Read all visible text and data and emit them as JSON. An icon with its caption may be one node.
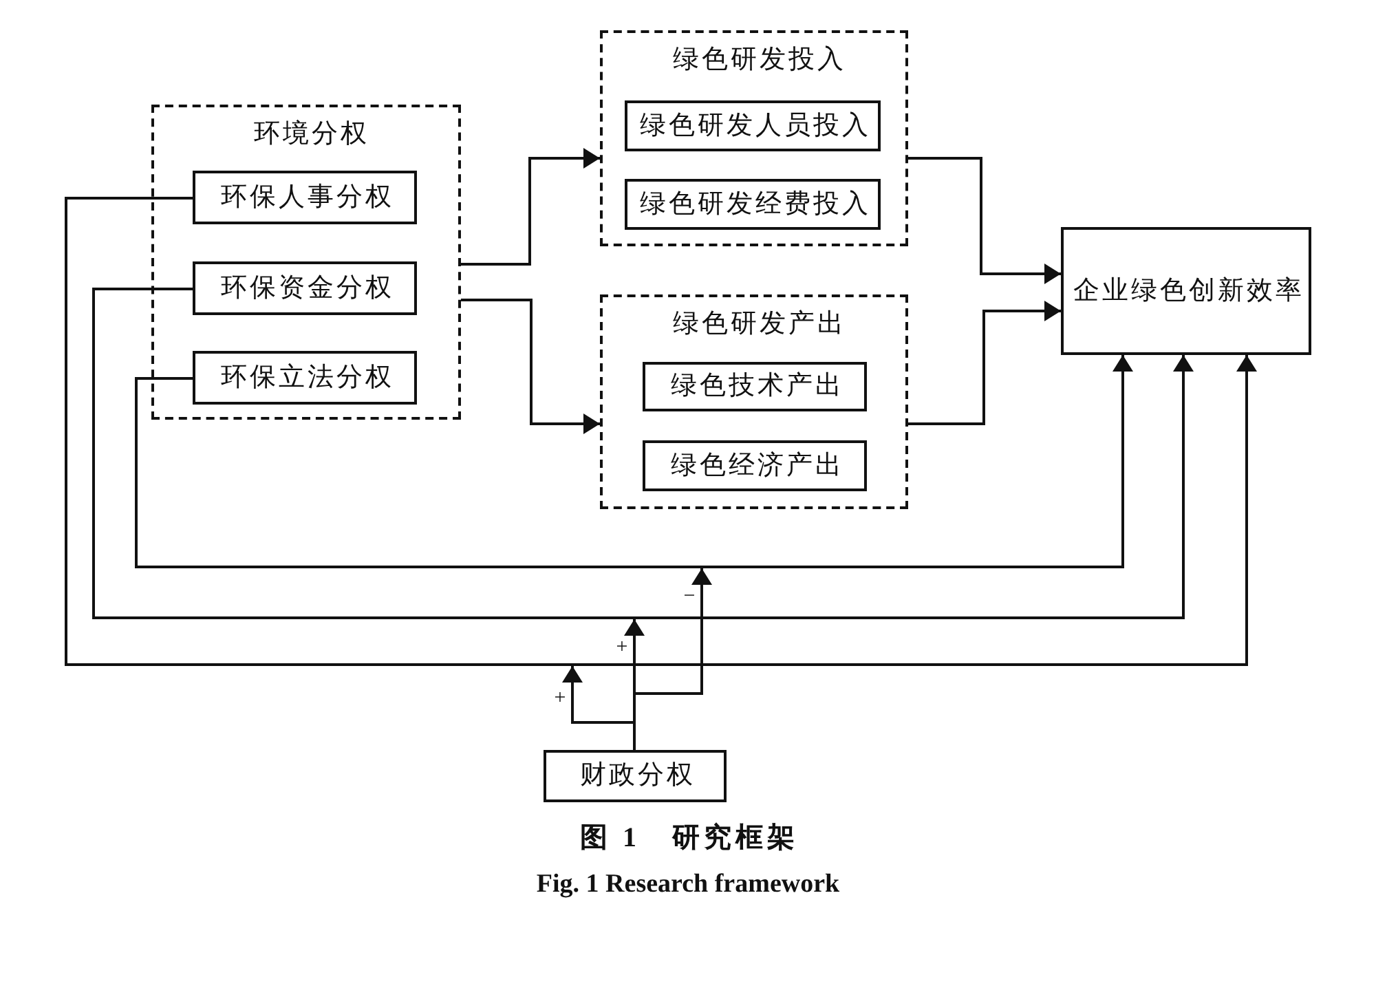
{
  "diagram": {
    "caption": "图 1　研究框架",
    "nodes": [
      {
        "text": [
          "环境分权"
        ]
      },
      {
        "text": [
          "环保人事分权"
        ],
        "in": 0
      },
      {
        "text": [
          "环保资金分权"
        ],
        "in": 0
      },
      {
        "text": [
          "环保立法分权"
        ],
        "in": 0
      },
      {
        "text": [
          "绿色研发投入"
        ]
      },
      {
        "text": [
          "绿色研发人员投入"
        ],
        "in": 4
      },
      {
        "text": [
          "绿色研发经费投入"
        ],
        "in": 4
      },
      {
        "text": [
          "绿色研发产出"
        ]
      },
      {
        "text": [
          "绿色技术产出"
        ],
        "in": 7
      },
      {
        "text": [
          "绿色经济产出"
        ],
        "in": 7
      },
      {
        "text": [
          "企业绿色创新效率"
        ]
      },
      {
        "text": [
          "财政分权"
        ]
      }
    ],
    "edges": [
      {
        "from": 0,
        "to": 4,
        "arrow": "to"
      },
      {
        "from": 0,
        "to": 7,
        "arrow": "to"
      },
      {
        "from": 4,
        "to": 10,
        "arrow": "to"
      },
      {
        "from": 7,
        "to": 10,
        "arrow": "to"
      },
      {
        "from": 1,
        "to": 10,
        "arrow": "to"
      },
      {
        "from": 2,
        "to": 10,
        "arrow": "to"
      },
      {
        "from": 3,
        "to": 10,
        "arrow": "to"
      },
      {
        "from": 11,
        "to": null,
        "arrow": "to",
        "label": "+"
      },
      {
        "from": 11,
        "to": null,
        "arrow": "to",
        "label": "+"
      },
      {
        "from": 11,
        "to": null,
        "arrow": "to",
        "label": "−"
      }
    ],
    "labels": [
      "Fig. 1 Research framework"
    ]
  }
}
